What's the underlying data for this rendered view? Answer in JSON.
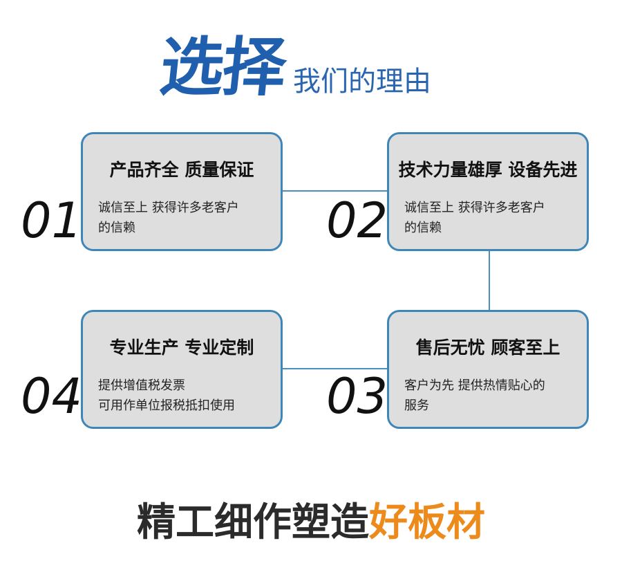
{
  "header": {
    "big_text": "选择",
    "small_text": "我们的理由"
  },
  "cards": [
    {
      "number": "01",
      "title": "产品齐全 质量保证",
      "desc_lines": [
        "诚信至上 获得许多老客户",
        "的信赖"
      ]
    },
    {
      "number": "02",
      "title": "技术力量雄厚 设备先进",
      "desc_lines": [
        "诚信至上 获得许多老客户",
        "的信赖"
      ]
    },
    {
      "number": "03",
      "title": "售后无忧 顾客至上",
      "desc_lines": [
        "客户为先 提供热情贴心的",
        "服务"
      ]
    },
    {
      "number": "04",
      "title": "专业生产 专业定制",
      "desc_lines": [
        "提供增值税发票",
        "可用作单位报税抵扣使用"
      ]
    }
  ],
  "slogan": {
    "part1": "精工细作塑造",
    "part2": "好板材"
  },
  "colors": {
    "blue": "#1f5fae",
    "border": "#3f86b8",
    "card_bg": "#dedede",
    "orange": "#ec8a1b"
  }
}
